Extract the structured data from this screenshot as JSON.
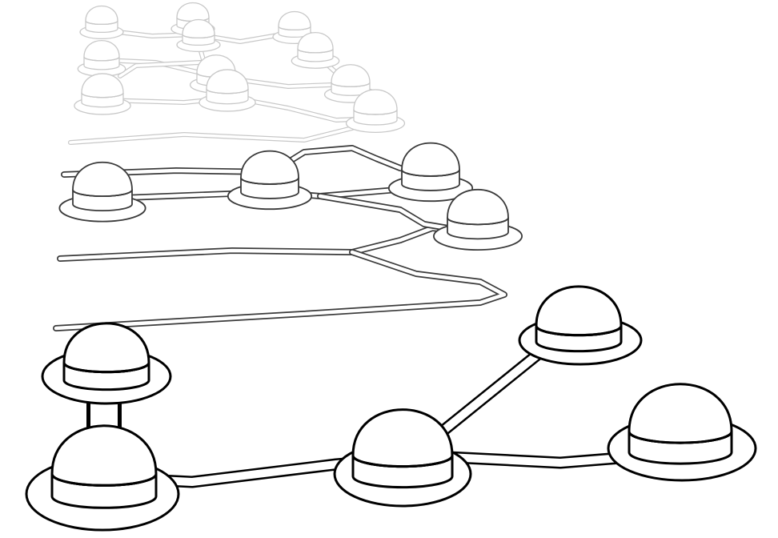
{
  "figure": {
    "description_free": true,
    "layers": [
      {
        "id": "layer-far",
        "stroke_color": "#c8c8c8",
        "node_count": 10
      },
      {
        "id": "layer-mid",
        "stroke_color": "#3a3a3a",
        "node_count": 4
      },
      {
        "id": "layer-near",
        "stroke_color": "#000000",
        "node_count": 5
      }
    ],
    "background_color": "#ffffff"
  }
}
